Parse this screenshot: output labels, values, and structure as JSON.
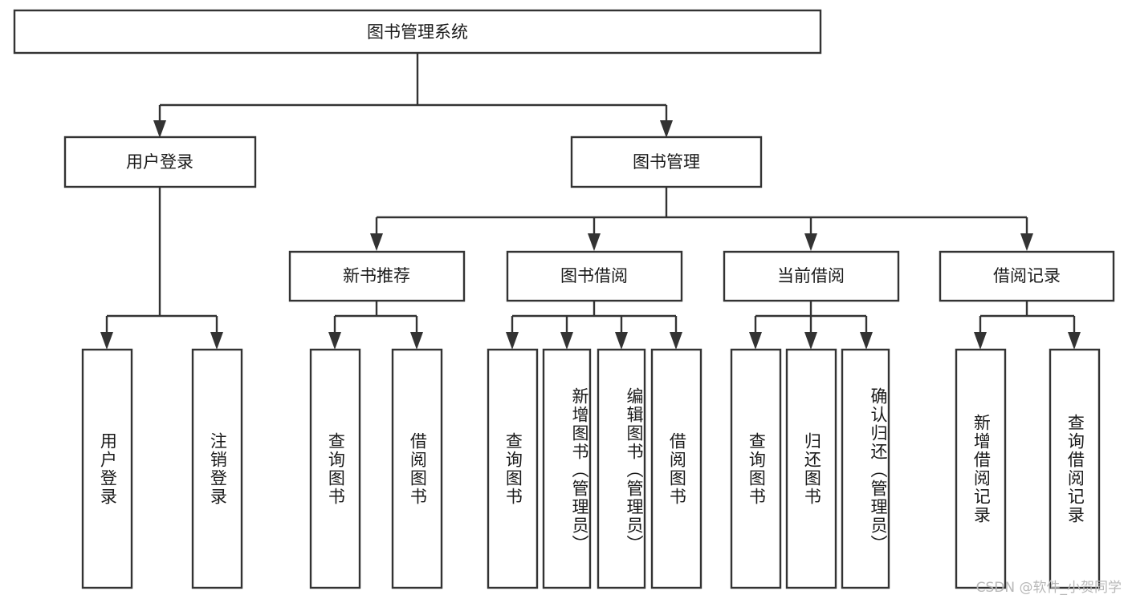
{
  "diagram": {
    "type": "tree-hierarchy-chart",
    "title": "图书管理系统",
    "background_color": "#ffffff",
    "box_border_color": "#333333",
    "box_fill_color": "#ffffff",
    "text_color": "#1a1a1a",
    "watermark": "CSDN @软件_小贺同学",
    "watermark_color": "#b8b8b8"
  },
  "nodes": {
    "root": {
      "label": "图书管理系统"
    },
    "level2": [
      {
        "label": "用户登录"
      },
      {
        "label": "图书管理"
      }
    ],
    "level3": [
      {
        "label": "新书推荐"
      },
      {
        "label": "图书借阅"
      },
      {
        "label": "当前借阅"
      },
      {
        "label": "借阅记录"
      }
    ],
    "leaves": [
      {
        "label": "用户登录",
        "parent": "用户登录"
      },
      {
        "label": "注销登录",
        "parent": "用户登录"
      },
      {
        "label": "查询图书",
        "parent": "新书推荐"
      },
      {
        "label": "借阅图书",
        "parent": "新书推荐"
      },
      {
        "label": "查询图书",
        "parent": "图书借阅"
      },
      {
        "label": "新增图书（管理员）",
        "parent": "图书借阅"
      },
      {
        "label": "编辑图书（管理员）",
        "parent": "图书借阅"
      },
      {
        "label": "借阅图书",
        "parent": "图书借阅"
      },
      {
        "label": "查询图书",
        "parent": "当前借阅"
      },
      {
        "label": "归还图书",
        "parent": "当前借阅"
      },
      {
        "label": "确认归还（管理员）",
        "parent": "当前借阅"
      },
      {
        "label": "新增借阅记录",
        "parent": "借阅记录"
      },
      {
        "label": "查询借阅记录",
        "parent": "借阅记录"
      }
    ]
  }
}
